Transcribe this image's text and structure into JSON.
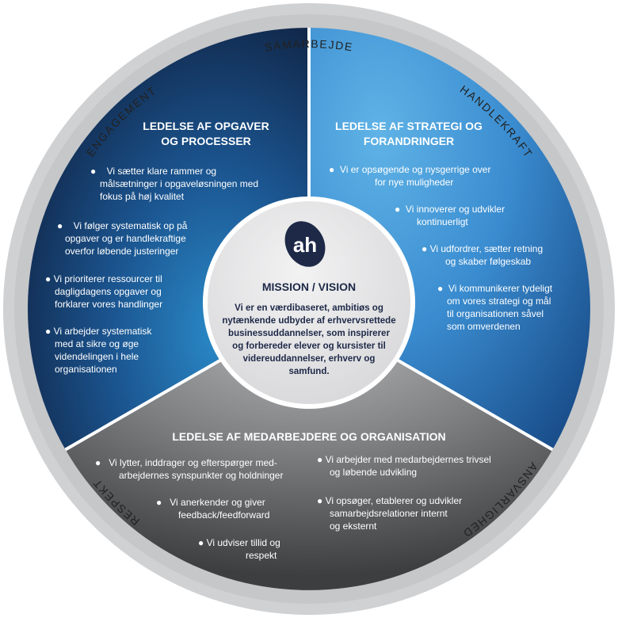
{
  "ring_labels": {
    "top": "SAMARBEJDE",
    "right": "HANDLEKRAFT",
    "bottom_right": "ANSVARLIGHED",
    "bottom_left": "RESPEKT",
    "left": "ENGAGEMENT"
  },
  "logo": {
    "text": "ah",
    "bg_color": "#1e2948"
  },
  "center": {
    "title": "MISSION / VISION",
    "lines": [
      "Vi er en værdibaseret, ambitiøs og",
      "nytænkende udbyder af erhvervsrettede",
      "businessuddannelser, som inspirerer",
      "og forbereder elever og kursister til",
      "videreuddannelser, erhverv og",
      "samfund."
    ]
  },
  "sections": {
    "top_left": {
      "title": [
        "LEDELSE AF OPGAVER",
        "OG PROCESSER"
      ],
      "bullets": [
        [
          "Vi sætter klare rammer og",
          "målsætninger i opgaveløsningen med",
          "fokus på høj kvalitet"
        ],
        [
          "Vi følger systematisk op på",
          "opgaver og er handlekraftige",
          "overfor løbende justeringer"
        ],
        [
          "Vi prioriterer ressourcer til",
          "dagligdagens opgaver og",
          "forklarer vores handlinger"
        ],
        [
          "Vi arbejder systematisk",
          "med at sikre og øge",
          "videndelingen i hele",
          "organisationen"
        ]
      ]
    },
    "top_right": {
      "title": [
        "LEDELSE AF STRATEGI OG",
        "FORANDRINGER"
      ],
      "bullets": [
        [
          "Vi er opsøgende og nysgerrige over",
          "for nye muligheder"
        ],
        [
          "Vi innoverer og udvikler",
          "kontinuerligt"
        ],
        [
          "Vi udfordrer, sætter retning",
          "og skaber følgeskab"
        ],
        [
          "Vi kommunikerer tydeligt",
          "om vores strategi og mål",
          "til organisationen såvel",
          "som omverdenen"
        ]
      ]
    },
    "bottom": {
      "title": [
        "LEDELSE AF MEDARBEJDERE OG ORGANISATION"
      ],
      "bullets_left": [
        [
          "Vi lytter, inddrager og efterspørger med-",
          "arbejdernes synspunkter og holdninger"
        ],
        [
          "Vi anerkender og giver",
          "feedback/feedforward"
        ],
        [
          "Vi udviser tillid og",
          "respekt"
        ]
      ],
      "bullets_right": [
        [
          "Vi arbejder med medarbejdernes trivsel",
          "og løbende udvikling"
        ],
        [
          "Vi opsøger, etablerer og udvikler",
          "samarbejdsrelationer internt",
          "og eksternt"
        ]
      ]
    }
  },
  "colors": {
    "ring": "#d0d1d3",
    "dark_blue": "#13284a",
    "mid_blue": "#1f5f99",
    "light_blue": "#4fa3dc",
    "gray": "#6e6f71",
    "center_bg": "#e3e3e4"
  }
}
